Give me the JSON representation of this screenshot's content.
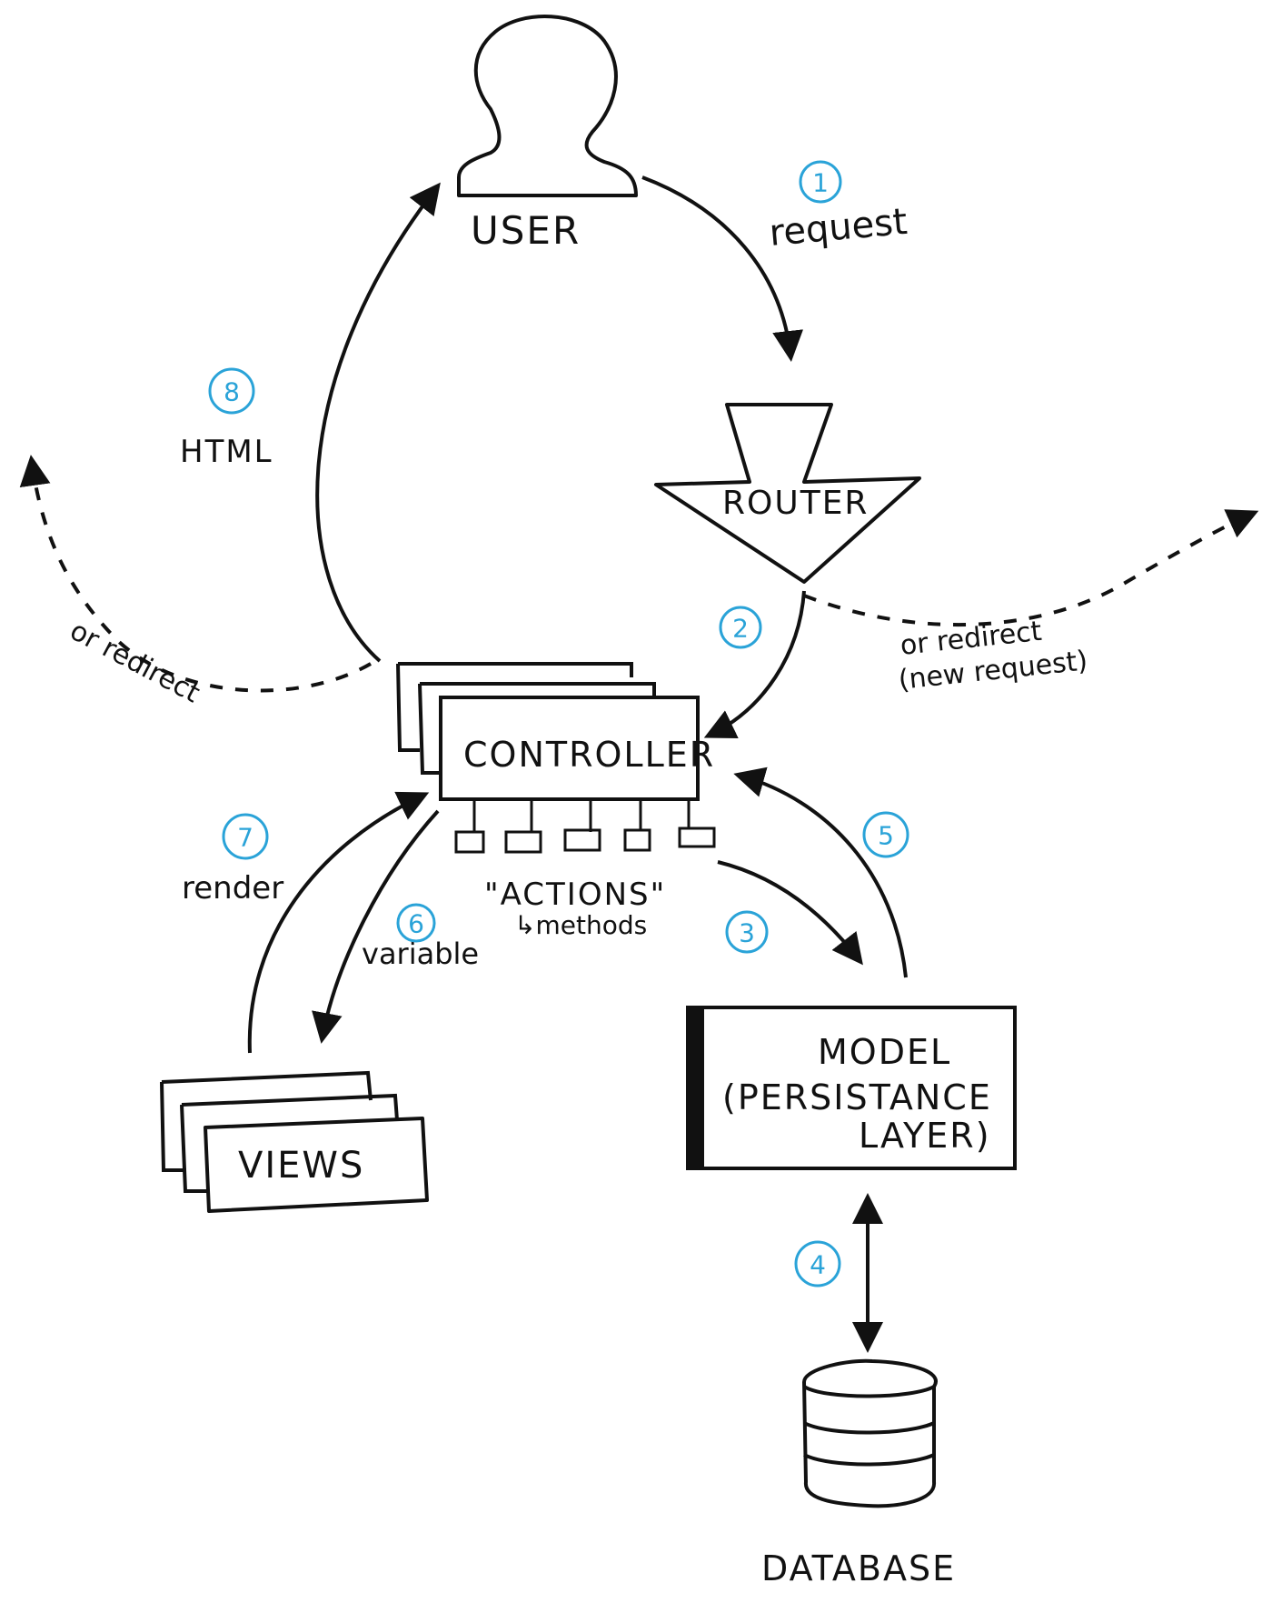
{
  "nodes": {
    "user": "USER",
    "router": "ROUTER",
    "controller": "CONTROLLER",
    "actions": "\"ACTIONS\"",
    "actions_sub": "↳methods",
    "views": "VIEWS",
    "model_line1": "MODEL",
    "model_line2": "(PERSISTANCE",
    "model_line3": "LAYER)",
    "database": "DATABASE"
  },
  "edges": {
    "request": "request",
    "html": "HTML",
    "redirect_left": "or redirect",
    "redirect_right_line1": "or redirect",
    "redirect_right_line2": "(new request)",
    "render": "render",
    "variable": "variable"
  },
  "steps": [
    "1",
    "2",
    "3",
    "4",
    "5",
    "6",
    "7",
    "8"
  ],
  "colors": {
    "ink": "#111111",
    "step_accent": "#2aa3d8"
  }
}
